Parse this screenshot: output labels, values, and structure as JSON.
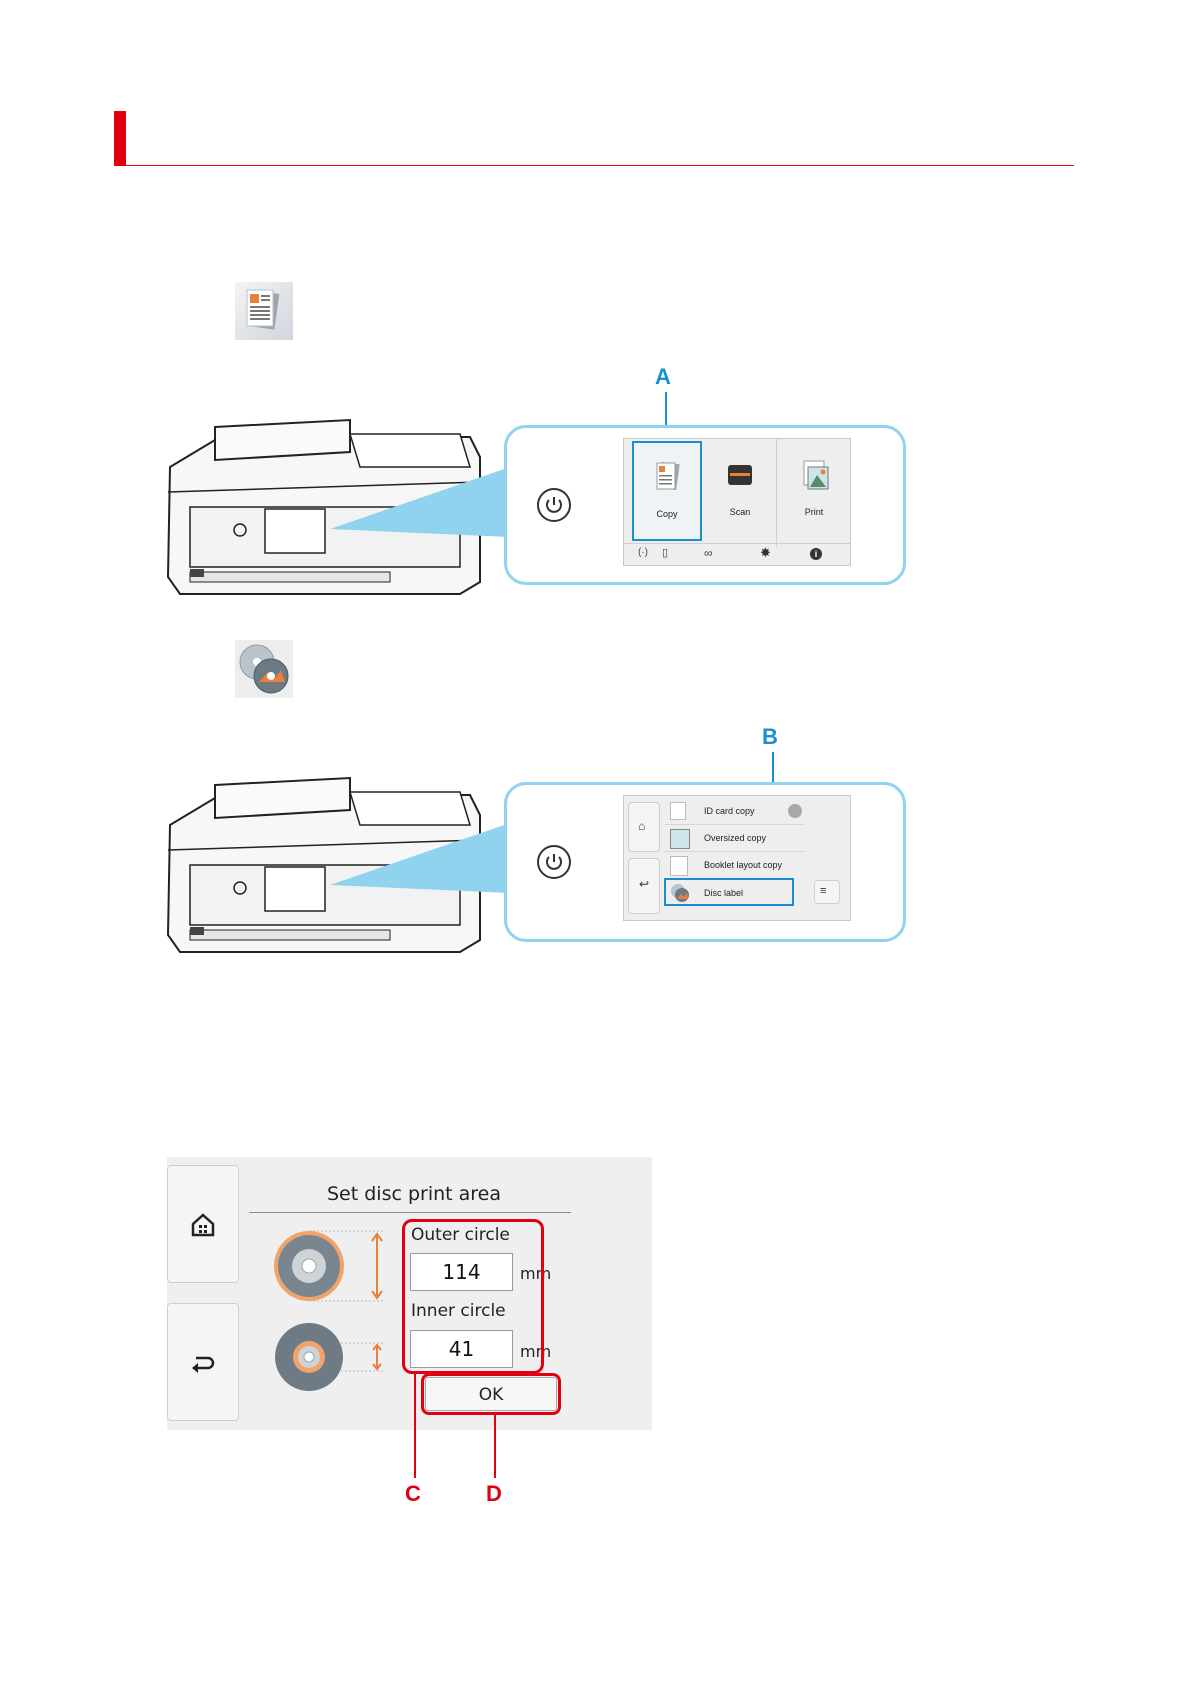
{
  "header": {
    "accent_color": "#e0000f"
  },
  "step1": {
    "icon": "copy-icon",
    "panel": {
      "callout": "A",
      "tiles": [
        {
          "label": "Copy",
          "icon": "copy-icon"
        },
        {
          "label": "Scan",
          "icon": "scanner-icon"
        },
        {
          "label": "Print",
          "icon": "photo-print-icon"
        }
      ],
      "bottom_icons": [
        "wifi-icon",
        "phone-icon",
        "link-icon",
        "gear-icon",
        "info-icon"
      ]
    }
  },
  "step2": {
    "icon": "disc-label-icon",
    "panel": {
      "callout": "B",
      "menu": [
        {
          "label": "ID card copy"
        },
        {
          "label": "Oversized copy"
        },
        {
          "label": "Booklet layout copy"
        },
        {
          "label": "Disc label"
        }
      ]
    }
  },
  "disc_screen": {
    "title": "Set disc print area",
    "outer_label": "Outer circle",
    "outer_value": "114",
    "inner_label": "Inner circle",
    "inner_value": "41",
    "unit": "mm",
    "ok_label": "OK",
    "callouts": {
      "fields": "C",
      "ok": "D"
    },
    "highlight_color": "#e0000f"
  },
  "colors": {
    "panel_border": "#8fd3ee",
    "callout_blue": "#1a8fcf",
    "accent_orange": "#e8813a"
  }
}
